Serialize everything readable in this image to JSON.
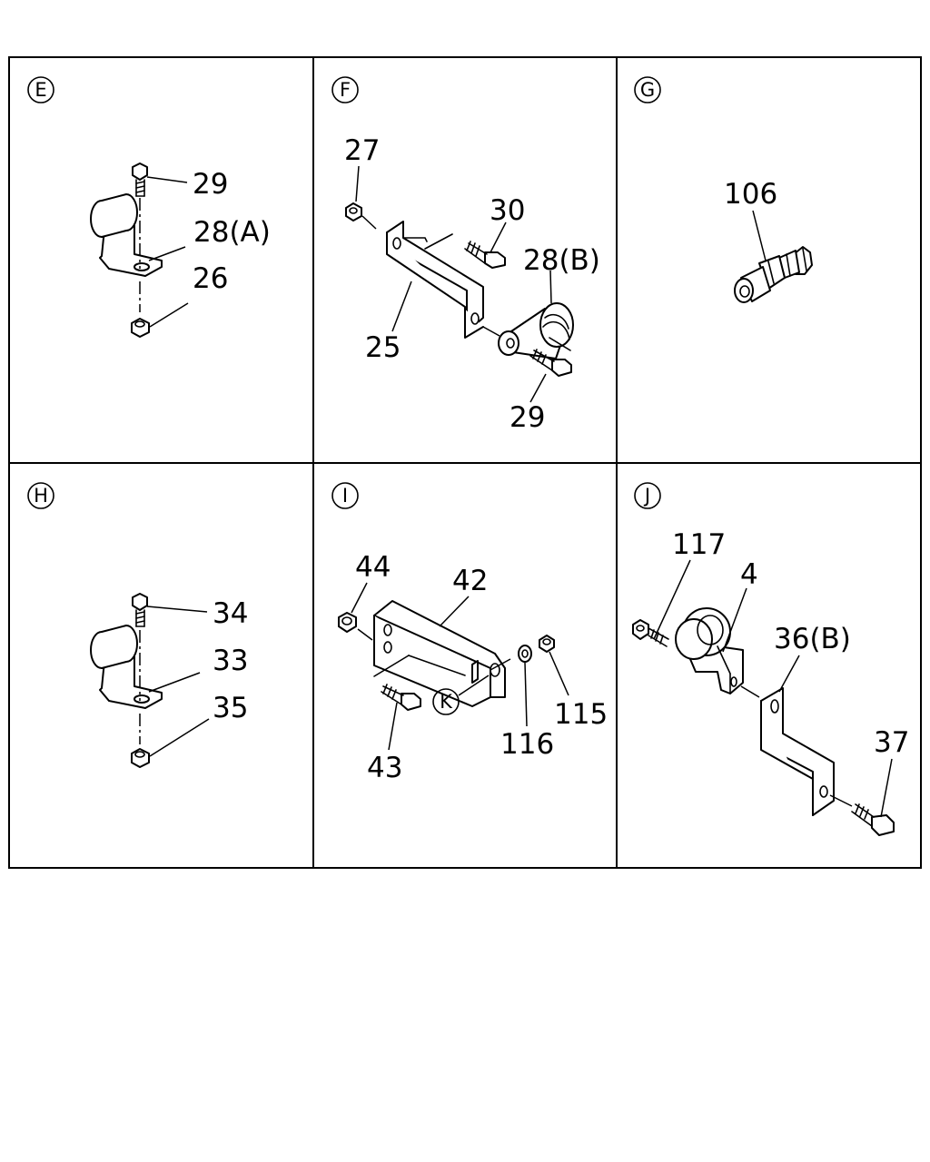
{
  "panels": {
    "E": {
      "letter": "E",
      "labels": {
        "bolt": "29",
        "clamp": "28(A)",
        "nut": "26"
      }
    },
    "F": {
      "letter": "F",
      "labels": {
        "nut": "27",
        "bolt_top": "30",
        "clamp": "28(B)",
        "bracket": "25",
        "bolt_bottom": "29"
      }
    },
    "G": {
      "letter": "G",
      "labels": {
        "fitting": "106"
      }
    },
    "H": {
      "letter": "H",
      "labels": {
        "bolt": "34",
        "clamp": "33",
        "nut": "35"
      }
    },
    "I": {
      "letter": "I",
      "ref": "K",
      "labels": {
        "nut_left": "44",
        "bracket": "42",
        "washer": "116",
        "nut_right": "115",
        "bolt": "43"
      }
    },
    "J": {
      "letter": "J",
      "labels": {
        "bolt_left": "117",
        "clamp": "4",
        "bracket": "36(B)",
        "bolt_right": "37"
      }
    }
  }
}
